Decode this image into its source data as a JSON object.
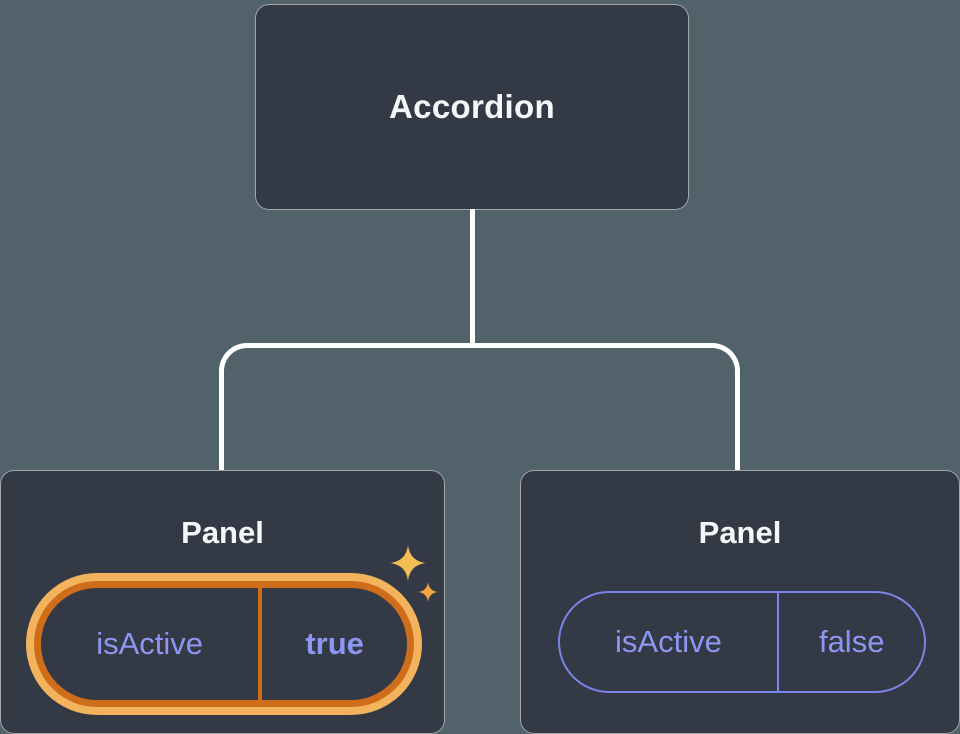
{
  "diagram": {
    "description": "Component tree: Accordion parent with two Panel children showing isActive prop state",
    "colors": {
      "background": "#51626A",
      "node_fill": "#333A45",
      "connector_line": "#FFFFFF",
      "text_primary": "#F6F7F9",
      "prop_text_purple": "#8E96F3",
      "highlight_orange": "#CE6E1B",
      "highlight_gold": "#F2B35C",
      "sparkle_gold": "#F5BE55"
    },
    "root_node": {
      "label": "Accordion"
    },
    "panels": [
      {
        "label": "Panel",
        "prop_name": "isActive",
        "prop_value": "true",
        "highlighted": true,
        "icon": "sparkle-icon"
      },
      {
        "label": "Panel",
        "prop_name": "isActive",
        "prop_value": "false",
        "highlighted": false
      }
    ]
  }
}
